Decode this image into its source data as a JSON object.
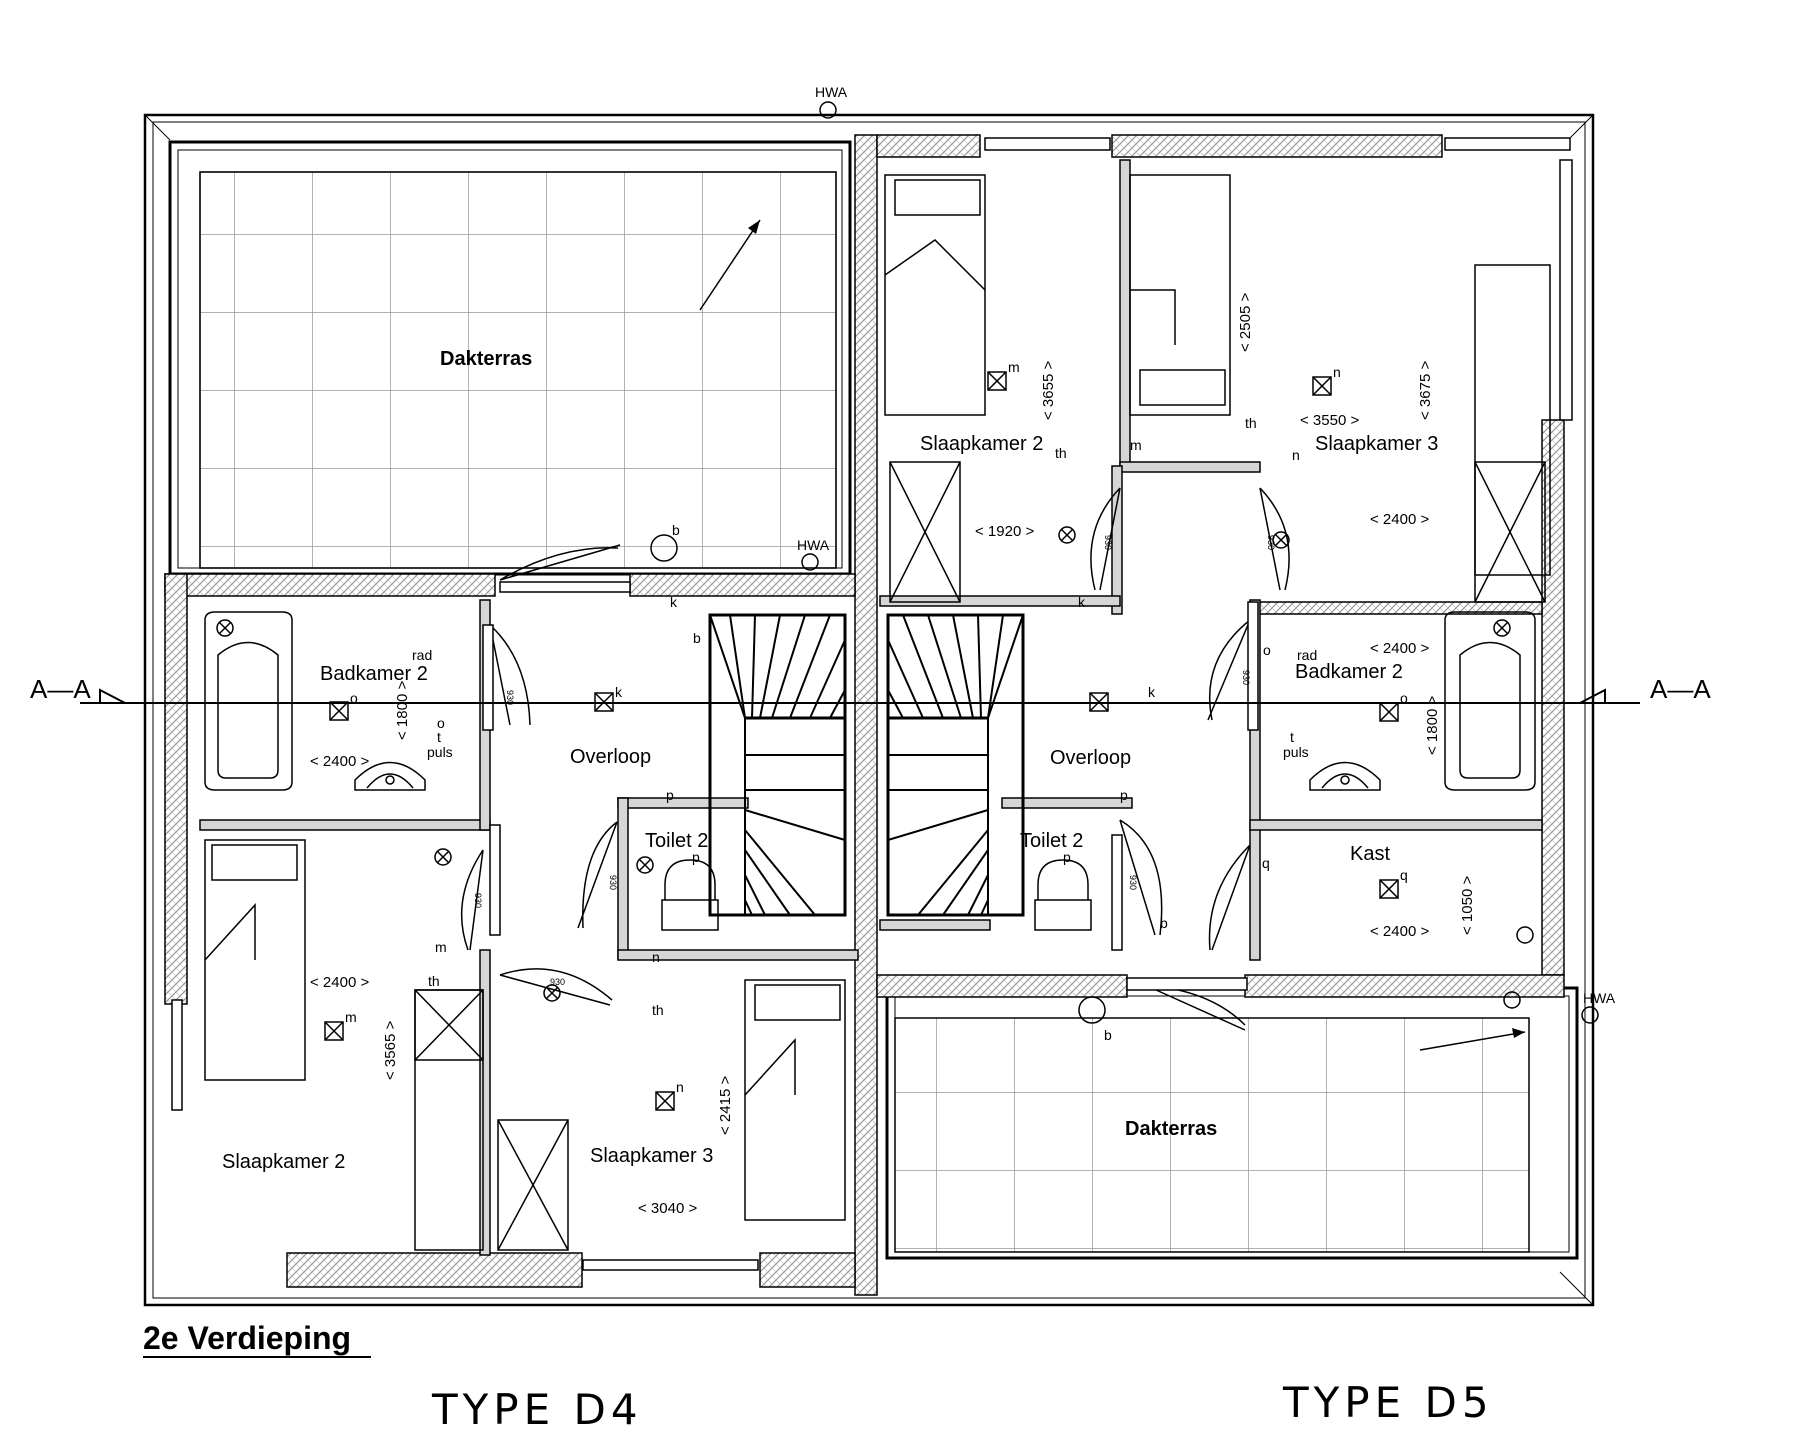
{
  "drawing": {
    "floor_title": "2e Verdieping",
    "type_left": "TYPE D4",
    "type_right": "TYPE D5",
    "section_marker": "A—A"
  },
  "rooms": {
    "dakterras": "Dakterras",
    "badkamer": "Badkamer 2",
    "overloop": "Overloop",
    "toilet": "Toilet 2",
    "slaapkamer2": "Slaapkamer 2",
    "slaapkamer3": "Slaapkamer 3",
    "kast": "Kast"
  },
  "dimensions": {
    "d4_bad_w": "< 2400 >",
    "d4_bad_h": "< 1800 >",
    "d4_sk2_w": "< 2400 >",
    "d4_sk2_h": "< 3565 >",
    "d4_sk3_w": "< 3040 >",
    "d4_sk3_h": "< 2415 >",
    "d5_sk2_w": "< 1920 >",
    "d5_sk2_h": "< 3655 >",
    "d5_sk3_w1": "< 3550 >",
    "d5_sk3_w2": "< 2400 >",
    "d5_sk3_h": "< 3675 >",
    "d5_sk3_h2": "< 2505 >",
    "d5_bad_w": "< 2400 >",
    "d5_bad_h": "< 1800 >",
    "d5_kast_w": "< 2400 >",
    "d5_kast_h": "< 1050 >",
    "door_930": "930"
  },
  "symbols": {
    "hwa": "HWA",
    "b": "b",
    "k": "k",
    "m": "m",
    "n": "n",
    "o": "o",
    "p": "p",
    "q": "q",
    "t": "t",
    "th": "th",
    "rad": "rad",
    "puls": "puls"
  }
}
